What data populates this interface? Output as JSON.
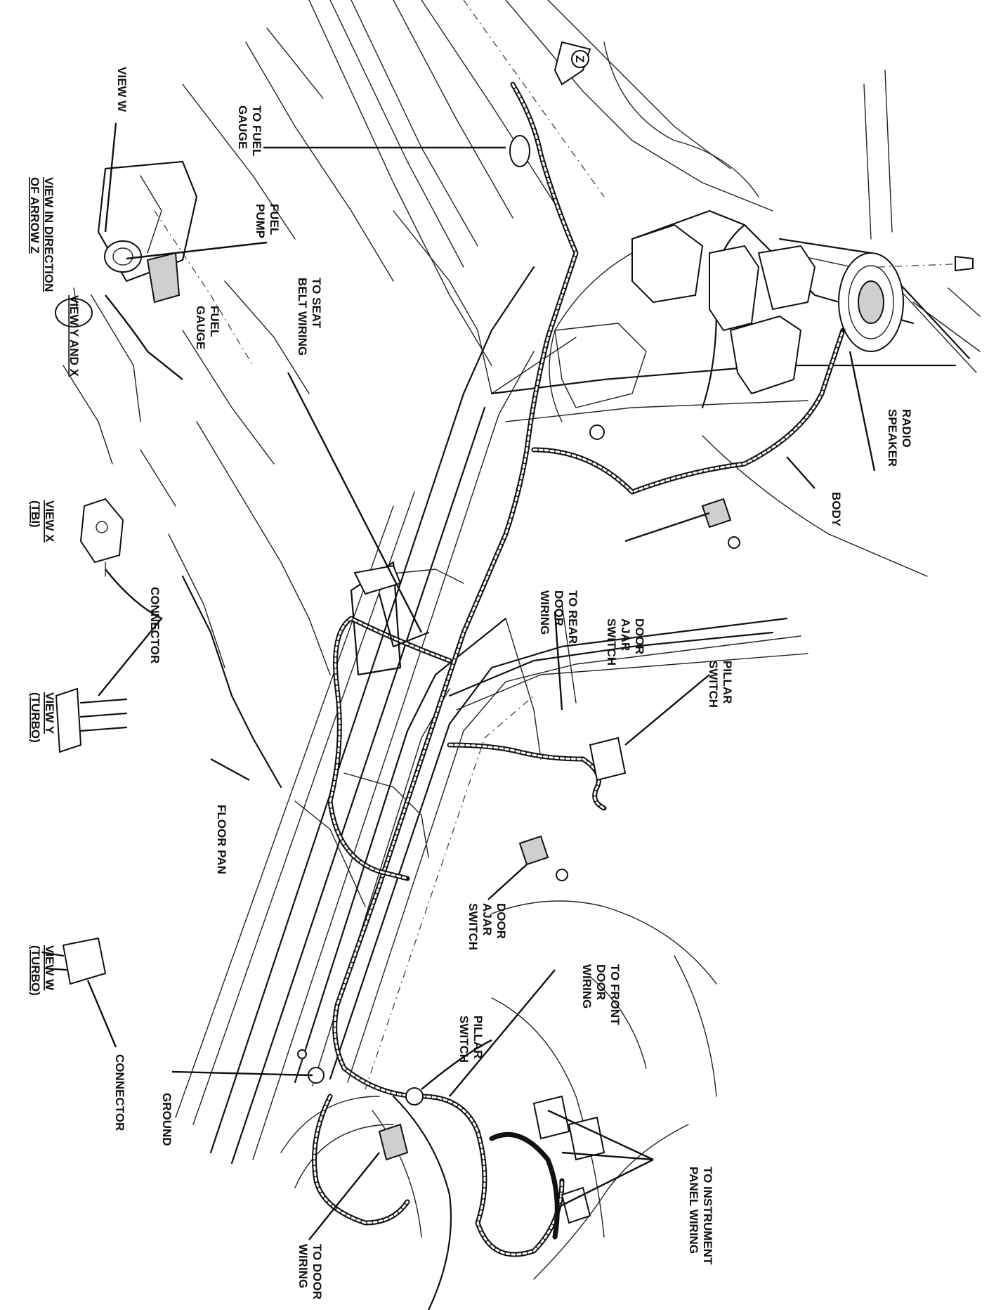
{
  "labels": {
    "to_fuel_gauge": [
      "TO FUEL",
      "GAUGE"
    ],
    "view_w_top": "VIEW W",
    "fuel_pump": [
      "FUEL",
      "PUMP"
    ],
    "fuel_gauge": [
      "FUEL",
      "GAUGE"
    ],
    "view_in_direction": [
      "VIEW IN DIRECTION",
      "OF ARROW Z"
    ],
    "view_y_and_x": "VIEW Y AND X",
    "to_seat_belt_wiring": [
      "TO SEAT",
      "BELT WIRING"
    ],
    "radio_speaker": [
      "RADIO",
      "SPEAKER"
    ],
    "body": "BODY",
    "door_ajar_switch_rear": [
      "DOOR",
      "AJAR",
      "SWITCH"
    ],
    "to_rear_door_wiring": [
      "TO REAR",
      "DOOR",
      "WIRING"
    ],
    "pillar_switch_rear": [
      "PILLAR",
      "SWITCH"
    ],
    "view_x": [
      "VIEW X",
      "(TBI)"
    ],
    "connector_xy": "CONNECTOR",
    "view_y": [
      "VIEW Y",
      "(TURBO)"
    ],
    "floor_pan": "FLOOR PAN",
    "door_ajar_switch_front": [
      "DOOR",
      "AJAR",
      "SWITCH"
    ],
    "to_front_door_wiring": [
      "TO FRONT",
      "DOOR",
      "WIRING"
    ],
    "pillar_switch_front": [
      "PILLAR",
      "SWITCH"
    ],
    "view_w": [
      "VIEW W",
      "(TURBO)"
    ],
    "connector_w": "CONNECTOR",
    "ground": "GROUND",
    "to_instrument_panel_wiring": [
      "TO INSTRUMENT",
      "PANEL WIRING"
    ],
    "to_door_wiring": [
      "TO DOOR",
      "WIRING"
    ],
    "arrow_z": "Z"
  }
}
